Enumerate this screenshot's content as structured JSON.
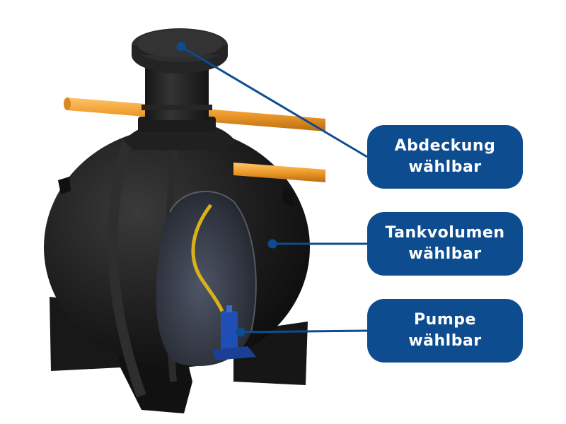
{
  "callouts": [
    {
      "line1": "Abdeckung",
      "line2": "wählbar",
      "target": "cover"
    },
    {
      "line1": "Tankvolumen",
      "line2": "wählbar",
      "target": "tank-body"
    },
    {
      "line1": "Pumpe",
      "line2": "wählbar",
      "target": "pump"
    }
  ],
  "colors": {
    "callout_bg": "#0d4c8f",
    "callout_text": "#ffffff",
    "leader_line": "#0d4c8f",
    "tank": "#1e1e1e",
    "pipe": "#f0a030",
    "pump": "#1f4fb5",
    "hose": "#d9b21a"
  }
}
